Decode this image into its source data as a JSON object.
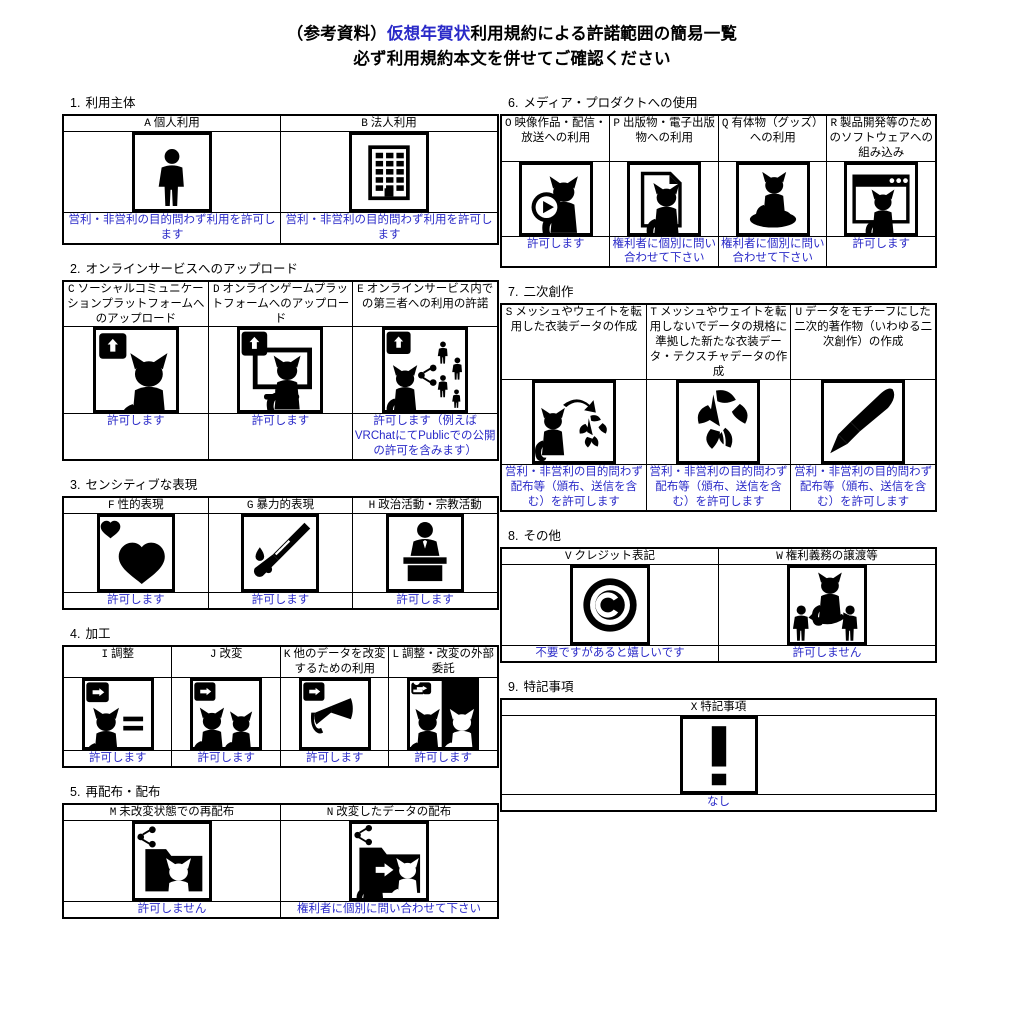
{
  "title": {
    "line1_prefix": "（参考資料）",
    "line1_highlight": "仮想年賀状",
    "line1_suffix": "利用規約による許諾範囲の簡易一覧",
    "line2": "必ず利用規約本文を併せてご確認ください",
    "highlight_color": "#2a2ac8"
  },
  "permission_color": "#2a2ac8",
  "sections": [
    {
      "number": "1.",
      "name": "利用主体",
      "columns": 2,
      "icon_size": 80,
      "items": [
        {
          "letter": "A",
          "label": "個人利用",
          "icon": "person-icon",
          "permission": "営利・非営利の目的問わず利用を許可します"
        },
        {
          "letter": "B",
          "label": "法人利用",
          "icon": "building-icon",
          "permission": "営利・非営利の目的問わず利用を許可します"
        }
      ]
    },
    {
      "number": "2.",
      "name": "オンラインサービスへのアップロード",
      "columns": 3,
      "icon_size": 86,
      "items": [
        {
          "letter": "C",
          "label": "ソーシャルコミュニケーションプラットフォームへのアップロード",
          "icon": "upload-cat-icon",
          "permission": "許可します"
        },
        {
          "letter": "D",
          "label": "オンラインゲームプラットフォームへのアップロード",
          "icon": "upload-cat-monitor-icon",
          "permission": "許可します"
        },
        {
          "letter": "E",
          "label": "オンラインサービス内での第三者への利用の許諾",
          "icon": "upload-cat-share-people-icon",
          "permission": "許可します（例えばVRChatにてPublicでの公開の許可を含みます）"
        }
      ]
    },
    {
      "number": "3.",
      "name": "センシティブな表現",
      "columns": 3,
      "icon_size": 78,
      "items": [
        {
          "letter": "F",
          "label": "性的表現",
          "icon": "hearts-icon",
          "permission": "許可します"
        },
        {
          "letter": "G",
          "label": "暴力的表現",
          "icon": "knife-blood-icon",
          "permission": "許可します"
        },
        {
          "letter": "H",
          "label": "政治活動・宗教活動",
          "icon": "podium-speaker-icon",
          "permission": "許可します"
        }
      ]
    },
    {
      "number": "4.",
      "name": "加工",
      "columns": 4,
      "icon_size": 72,
      "items": [
        {
          "letter": "I",
          "label": "調整",
          "icon": "arrow-cat-equals-icon",
          "permission": "許可します"
        },
        {
          "letter": "J",
          "label": "改変",
          "icon": "arrow-two-cats-icon",
          "permission": "許可します"
        },
        {
          "letter": "K",
          "label": "他のデータを改変するための利用",
          "icon": "arrow-cat-ribbon-icon",
          "permission": "許可します"
        },
        {
          "letter": "L",
          "label": "調整・改変の外部委託",
          "icon": "outsourcing-cats-icon",
          "permission": "許可します"
        }
      ]
    },
    {
      "number": "5.",
      "name": "再配布・配布",
      "columns": 2,
      "icon_size": 80,
      "items": [
        {
          "letter": "M",
          "label": "未改変状態での再配布",
          "icon": "share-folder-cat-icon",
          "permission": "許可しません"
        },
        {
          "letter": "N",
          "label": "改変したデータの配布",
          "icon": "share-folder-modified-cat-icon",
          "permission": "権利者に個別に問い合わせて下さい"
        }
      ]
    },
    {
      "number": "6.",
      "name": "メディア・プロダクトへの使用",
      "columns": 4,
      "icon_size": 74,
      "items": [
        {
          "letter": "O",
          "label": "映像作品・配信・放送への利用",
          "icon": "play-cat-icon",
          "permission": "許可します"
        },
        {
          "letter": "P",
          "label": "出版物・電子出版物への利用",
          "icon": "page-cat-icon",
          "permission": "権利者に個別に問い合わせて下さい"
        },
        {
          "letter": "Q",
          "label": "有体物（グッズ）への利用",
          "icon": "figurine-cat-icon",
          "permission": "権利者に個別に問い合わせて下さい"
        },
        {
          "letter": "R",
          "label": "製品開発等のためのソフトウェアへの組み込み",
          "icon": "window-cat-icon",
          "permission": "許可します"
        }
      ]
    },
    {
      "number": "7.",
      "name": "二次創作",
      "columns": 3,
      "icon_size": 84,
      "items": [
        {
          "letter": "S",
          "label": "メッシュやウェイトを転用した衣装データの作成",
          "icon": "cat-to-costume-icon",
          "permission": "営利・非営利の目的問わず配布等（頒布、送信を含む）を許可します"
        },
        {
          "letter": "T",
          "label": "メッシュやウェイトを転用しないでデータの規格に準拠した新たな衣装データ・テクスチャデータの作成",
          "icon": "costume-icon",
          "permission": "営利・非営利の目的問わず配布等（頒布、送信を含む）を許可します"
        },
        {
          "letter": "U",
          "label": "データをモチーフにした二次的著作物（いわゆる二次創作）の作成",
          "icon": "paintbrush-icon",
          "permission": "営利・非営利の目的問わず配布等（頒布、送信を含む）を許可します"
        }
      ]
    },
    {
      "number": "8.",
      "name": "その他",
      "columns": 2,
      "icon_size": 80,
      "items": [
        {
          "letter": "V",
          "label": "クレジット表記",
          "icon": "copyright-icon",
          "permission": "不要ですがあると嬉しいです"
        },
        {
          "letter": "W",
          "label": "権利義務の譲渡等",
          "icon": "transfer-cat-people-icon",
          "permission": "許可しません"
        }
      ]
    },
    {
      "number": "9.",
      "name": "特記事項",
      "columns": 1,
      "icon_size": 78,
      "items": [
        {
          "letter": "X",
          "label": "特記事項",
          "icon": "exclamation-icon",
          "permission": "なし"
        }
      ]
    }
  ],
  "layout": {
    "left_sections": [
      0,
      1,
      2,
      3,
      4
    ],
    "right_sections": [
      5,
      6,
      7,
      8
    ]
  }
}
